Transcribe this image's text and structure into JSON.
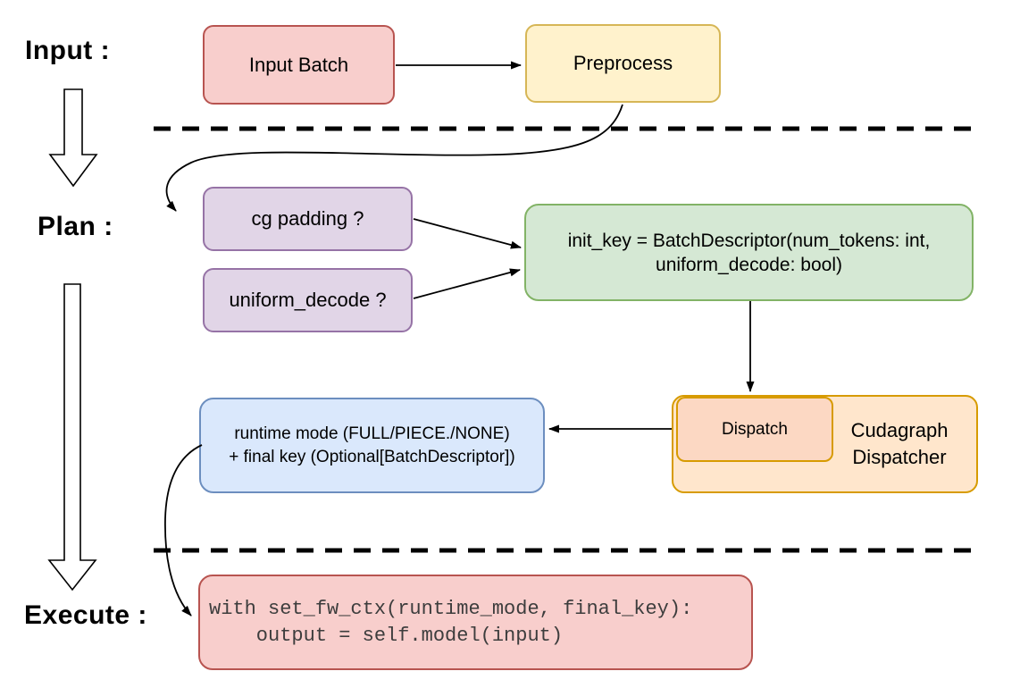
{
  "stage_labels": {
    "input": "Input :",
    "plan": "Plan :",
    "execute": "Execute :"
  },
  "nodes": {
    "input_batch": {
      "label": "Input Batch",
      "fill": "#f8cecc",
      "stroke": "#b85450"
    },
    "preprocess": {
      "label": "Preprocess",
      "fill": "#fff2cc",
      "stroke": "#d6b656"
    },
    "cg_padding": {
      "label": "cg padding ?",
      "fill": "#e1d5e7",
      "stroke": "#9673a6"
    },
    "uniform_decode": {
      "label": "uniform_decode ?",
      "fill": "#e1d5e7",
      "stroke": "#9673a6"
    },
    "init_key": {
      "line1": "init_key = BatchDescriptor(num_tokens: int,",
      "line2": "uniform_decode: bool)",
      "fill": "#d5e8d4",
      "stroke": "#82b366"
    },
    "dispatch": {
      "label": "Dispatch",
      "fill": "#fcd8c3",
      "stroke": "#d79b00"
    },
    "cudagraph_dispatcher": {
      "line1": "Cudagraph",
      "line2": "Dispatcher",
      "fill": "#ffe6cc",
      "stroke": "#d79b00"
    },
    "runtime_mode": {
      "line1": "runtime mode (FULL/PIECE./NONE)",
      "line2": "+ final key (Optional[BatchDescriptor])",
      "fill": "#dae8fc",
      "stroke": "#6c8ebf"
    },
    "execute_code": {
      "line1": "with set_fw_ctx(runtime_mode, final_key):",
      "line2": "    output = self.model(input)",
      "fill": "#f8cecc",
      "stroke": "#b85450"
    }
  },
  "connector_color": "#000000"
}
